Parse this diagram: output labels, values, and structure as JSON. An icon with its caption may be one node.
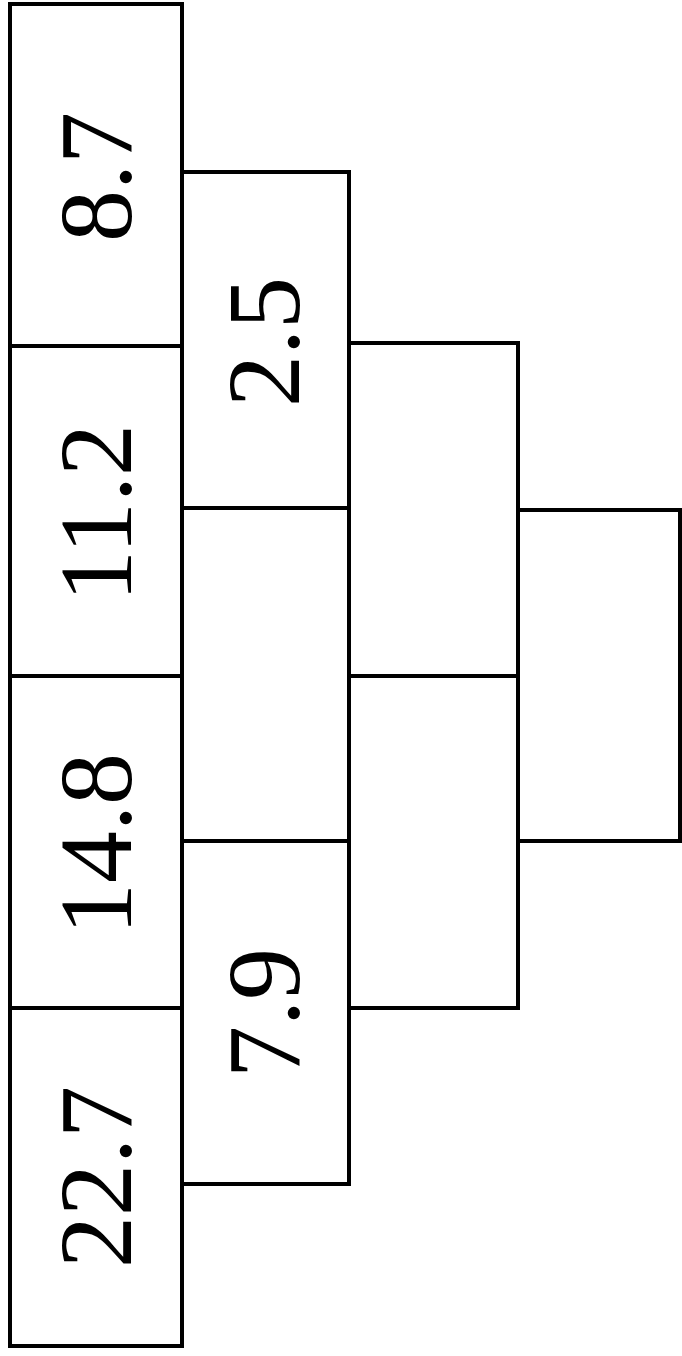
{
  "diagram": {
    "nodes": [
      {
        "text": [
          "8.7"
        ]
      },
      {
        "text": [
          "11.2"
        ]
      },
      {
        "text": [
          "14.8"
        ]
      },
      {
        "text": [
          "22.7"
        ]
      },
      {
        "text": [
          "2.5"
        ]
      },
      {
        "text": [],
        "shape": "box"
      },
      {
        "text": [
          "7.9"
        ]
      },
      {
        "text": [],
        "shape": "box"
      },
      {
        "text": [],
        "shape": "box"
      },
      {
        "text": [],
        "shape": "box"
      }
    ]
  }
}
